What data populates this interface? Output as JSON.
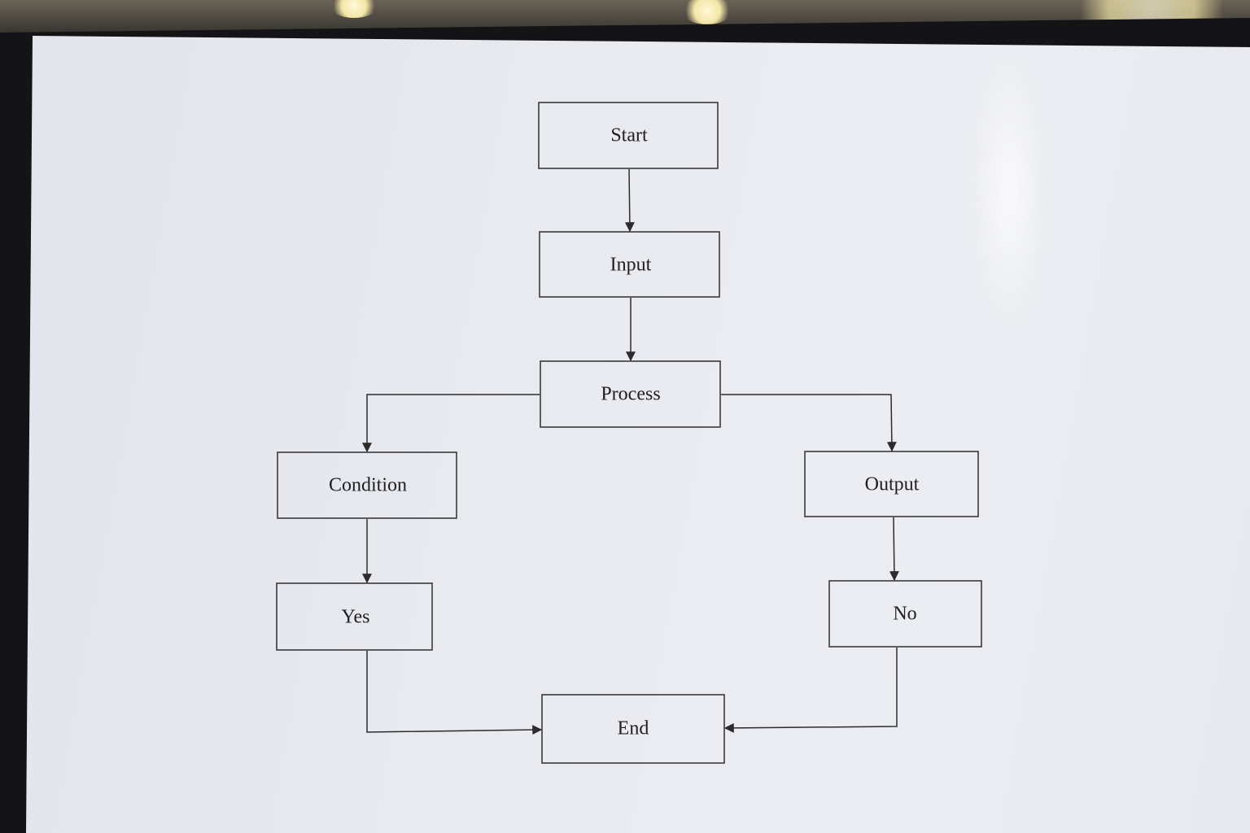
{
  "diagram": {
    "nodes": {
      "start": "Start",
      "input": "Input",
      "process": "Process",
      "condition": "Condition",
      "output": "Output",
      "yes": "Yes",
      "no": "No",
      "end": "End"
    },
    "edges": [
      {
        "from": "start",
        "to": "input"
      },
      {
        "from": "input",
        "to": "process"
      },
      {
        "from": "process",
        "to": "condition"
      },
      {
        "from": "process",
        "to": "output"
      },
      {
        "from": "condition",
        "to": "yes"
      },
      {
        "from": "output",
        "to": "no"
      },
      {
        "from": "yes",
        "to": "end"
      },
      {
        "from": "no",
        "to": "end"
      }
    ]
  }
}
